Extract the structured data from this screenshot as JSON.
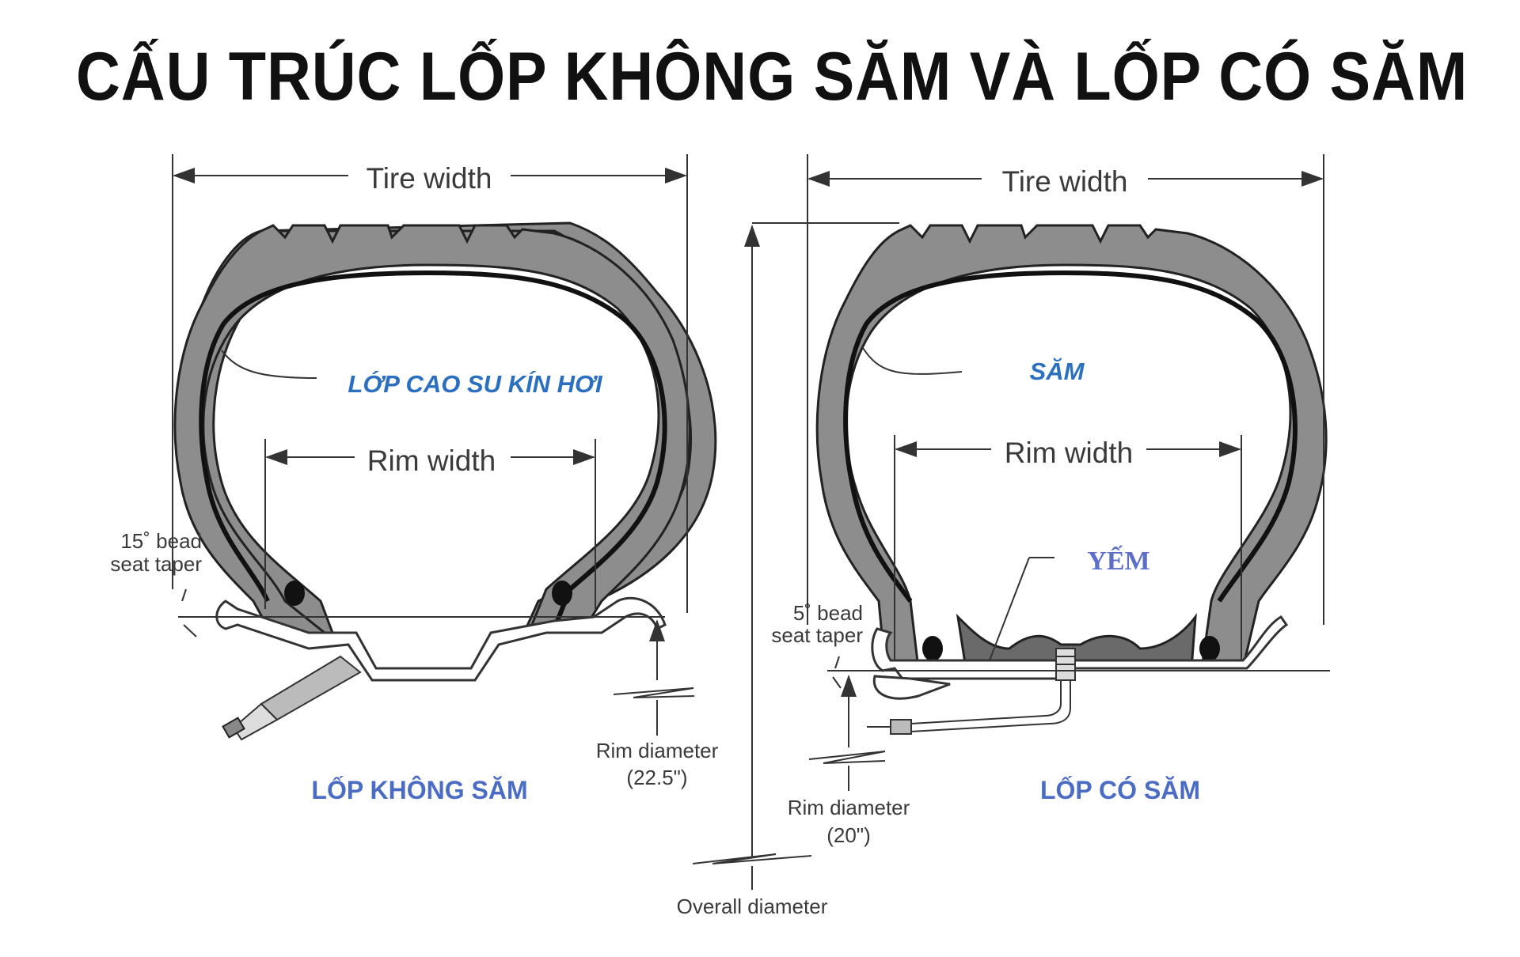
{
  "title": "CẤU TRÚC LỐP KHÔNG SĂM VÀ LỐP CÓ SĂM",
  "left_tire": {
    "tire_width_label": "Tire width",
    "rim_width_label": "Rim width",
    "callout_liner": "LỚP CAO SU KÍN HƠI",
    "bead_taper_line1": "15˚ bead",
    "bead_taper_line2": "seat taper",
    "rim_diameter_label": "Rim diameter",
    "rim_diameter_value": "(22.5\")",
    "caption": "LỐP KHÔNG SĂM"
  },
  "right_tire": {
    "tire_width_label": "Tire width",
    "rim_width_label": "Rim width",
    "callout_tube": "SĂM",
    "callout_flap": "YẾM",
    "bead_taper_line1": "5˚ bead",
    "bead_taper_line2": "seat taper",
    "rim_diameter_label": "Rim diameter",
    "rim_diameter_value": "(20\")",
    "caption": "LỐP CÓ SĂM"
  },
  "overall_diameter_label": "Overall diameter",
  "colors": {
    "callout_italic": "#2a6fc0",
    "caption": "#4a6cc4",
    "tire_body": "#8d8d8d"
  }
}
